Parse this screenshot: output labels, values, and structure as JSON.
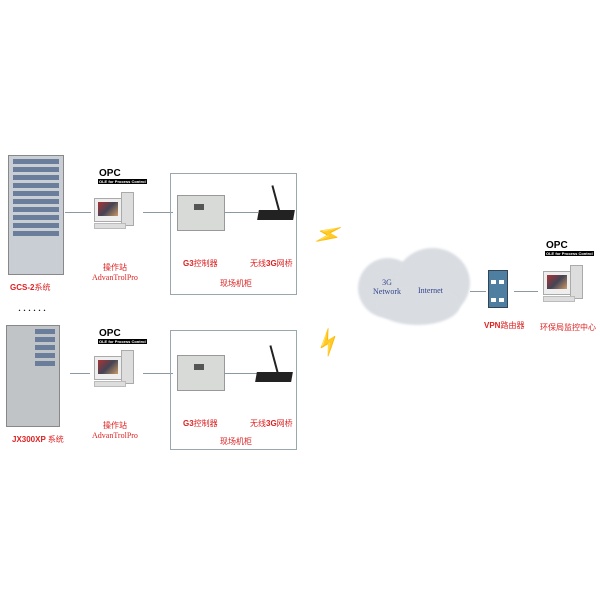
{
  "systems": [
    {
      "label": "GCS-2",
      "suffix": "系统"
    },
    {
      "label": "JX300XP",
      "suffix": " 系统"
    }
  ],
  "ellipsis": "......",
  "opc": {
    "logo": "OPC",
    "tagline": "OLE for Process Control"
  },
  "station": {
    "name": "操作站",
    "software": "AdvanTrolPro"
  },
  "controller": {
    "prefix": "G3",
    "suffix": "控制器"
  },
  "bridge": {
    "prefix": "无线",
    "mid": "3G",
    "suffix": "网桥"
  },
  "cabinet_label": "现场机柜",
  "cloud": {
    "network": "3G Network",
    "internet": "Internet"
  },
  "vpn": {
    "prefix": "VPN",
    "suffix": "路由器"
  },
  "center": "环保局监控中心",
  "colors": {
    "label": "#dd2222",
    "cloud_text": "#34448a",
    "bolt": "#dcd200"
  }
}
